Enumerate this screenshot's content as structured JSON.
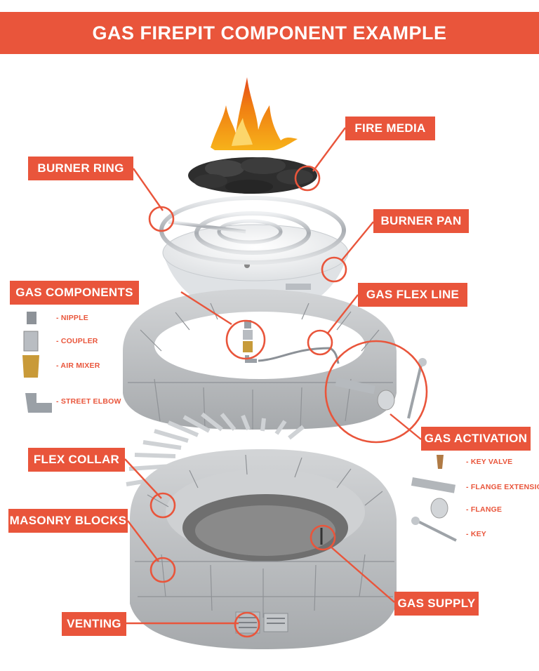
{
  "title": "GAS FIREPIT COMPONENT EXAMPLE",
  "callouts": {
    "fire_media": "FIRE MEDIA",
    "burner_ring": "BURNER RING",
    "burner_pan": "BURNER PAN",
    "gas_components": "GAS COMPONENTS",
    "gas_flex_line": "GAS FLEX LINE",
    "gas_activation": "GAS ACTIVATION",
    "flex_collar": "FLEX COLLAR",
    "masonry_blocks": "MASONRY BLOCKS",
    "gas_supply": "GAS SUPPLY",
    "venting": "VENTING"
  },
  "gas_components_parts": [
    "- NIPPLE",
    "- COUPLER",
    "- AIR MIXER",
    "- STREET ELBOW"
  ],
  "gas_activation_parts": [
    "- KEY VALVE",
    "- FLANGE EXTENSION",
    "- FLANGE",
    "- KEY"
  ],
  "colors": {
    "accent": "#e9553b",
    "stone": "#b9bcbf",
    "steel": "#c9cdd1"
  }
}
